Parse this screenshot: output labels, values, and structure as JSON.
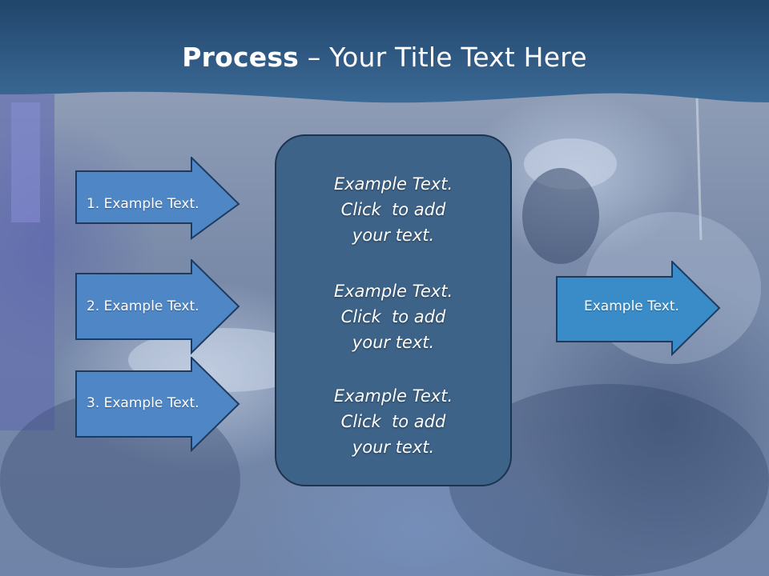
{
  "slide": {
    "title_bold": "Process",
    "title_rest": " – Your Title Text Here"
  },
  "left_arrows": [
    {
      "label": "1. Example Text."
    },
    {
      "label": "2. Example Text."
    },
    {
      "label": "3. Example Text."
    }
  ],
  "center_box": {
    "blocks": [
      {
        "line1": "Example Text.",
        "line2": "Click  to add",
        "line3": "your text."
      },
      {
        "line1": "Example Text.",
        "line2": "Click  to add",
        "line3": "your text."
      },
      {
        "line1": "Example Text.",
        "line2": "Click  to add",
        "line3": "your text."
      }
    ]
  },
  "right_arrow": {
    "label": "Example Text."
  },
  "colors": {
    "header": "#2b4f74",
    "left_arrow_fill": "#4f86c6",
    "right_arrow_fill": "#3a8cc8",
    "center_box_fill": "#3d6388"
  }
}
